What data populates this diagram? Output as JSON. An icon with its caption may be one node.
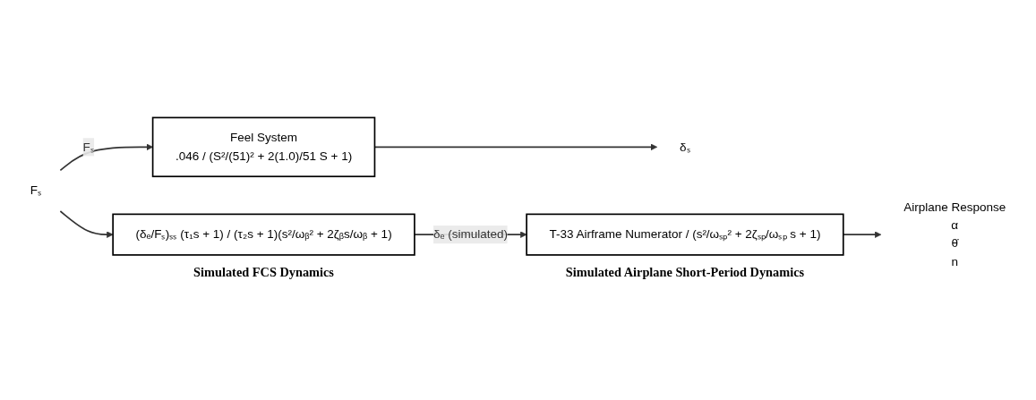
{
  "diagram": {
    "nodes": [
      {
        "text": [
          "Fₛ"
        ]
      },
      {
        "text": [
          "Feel System",
          ".046 / (S²/(51)² + 2(1.0)/51 S + 1)"
        ]
      },
      {
        "text": [
          "δₛ"
        ]
      },
      {
        "text": [
          "(δₑ/Fₛ)ₛₛ (τ₁s + 1) / (τ₂s + 1)(s²/ωᵦ² + 2ζᵦs/ωᵦ + 1)"
        ],
        "beside": [
          "Simulated FCS Dynamics"
        ]
      },
      {
        "text": [
          "T-33 Airframe Numerator / (s²/ωₛₚ² + 2ζₛₚ/ωₛₚ s + 1)"
        ],
        "beside": [
          "Simulated Airplane Short-Period Dynamics"
        ]
      },
      {
        "text": [
          "Airplane Response",
          "α",
          "θ̇",
          "n"
        ]
      }
    ],
    "edges": [
      {
        "from": 0,
        "to": 1,
        "arrow": "to",
        "label": "Fₛ"
      },
      {
        "from": 0,
        "to": 3,
        "arrow": "to"
      },
      {
        "from": 1,
        "to": 2,
        "arrow": "to"
      },
      {
        "from": 3,
        "to": 4,
        "arrow": "to",
        "label": "δₑ (simulated)"
      },
      {
        "from": 4,
        "to": 5,
        "arrow": "to"
      }
    ]
  }
}
